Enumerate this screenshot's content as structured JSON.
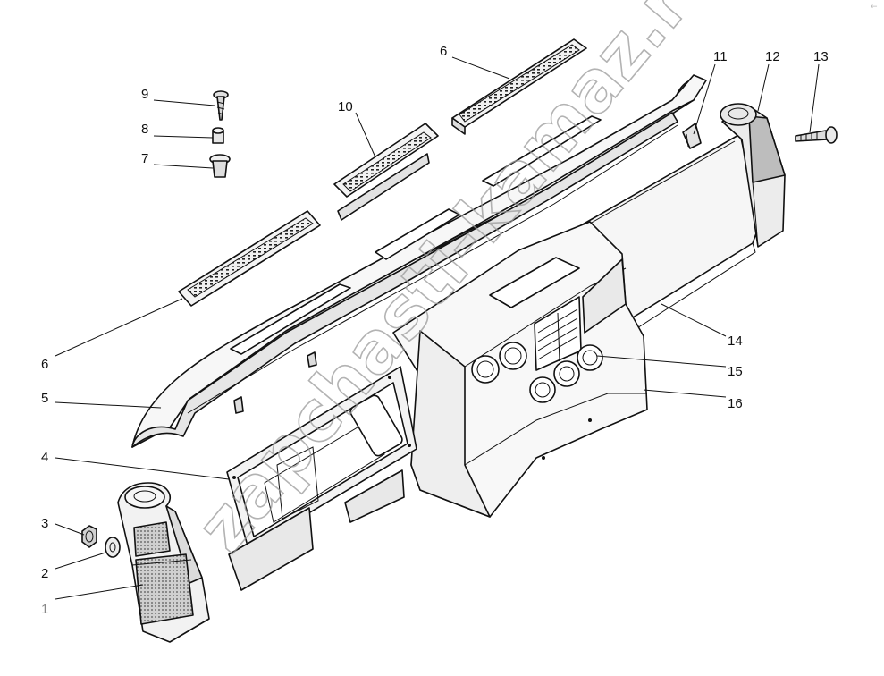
{
  "diagram": {
    "callouts": [
      {
        "key": "c1",
        "label": "1"
      },
      {
        "key": "c2",
        "label": "2"
      },
      {
        "key": "c3",
        "label": "3"
      },
      {
        "key": "c4",
        "label": "4"
      },
      {
        "key": "c5",
        "label": "5"
      },
      {
        "key": "c6a",
        "label": "6"
      },
      {
        "key": "c6b",
        "label": "6"
      },
      {
        "key": "c7",
        "label": "7"
      },
      {
        "key": "c8",
        "label": "8"
      },
      {
        "key": "c9",
        "label": "9"
      },
      {
        "key": "c10",
        "label": "10"
      },
      {
        "key": "c11",
        "label": "11"
      },
      {
        "key": "c12",
        "label": "12"
      },
      {
        "key": "c13",
        "label": "13"
      },
      {
        "key": "c14",
        "label": "14"
      },
      {
        "key": "c15",
        "label": "15"
      },
      {
        "key": "c16",
        "label": "16"
      }
    ],
    "watermark": "zapchasti-kamaz.ru",
    "corner_mark": "←"
  },
  "colors": {
    "line": "#111111",
    "panel_fill": "#f4f4f4",
    "panel_shadow": "#d8d8d8",
    "mesh": "#a8a8a8",
    "watermark": "#9a9a9a"
  }
}
